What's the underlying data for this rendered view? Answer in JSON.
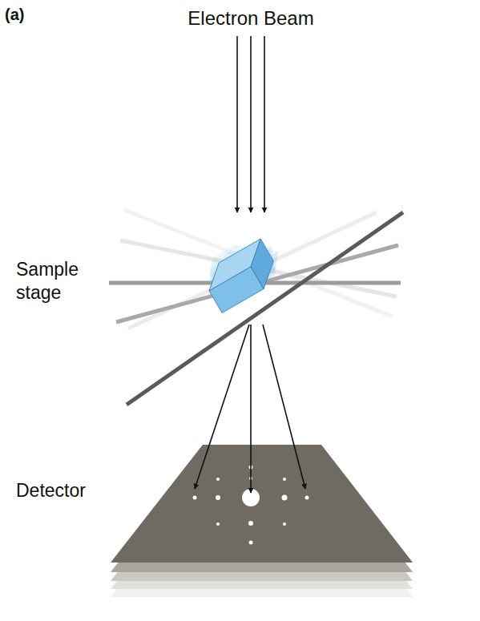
{
  "diagram": {
    "labels": [
      "(a)",
      "Electron Beam",
      "Sample stage",
      "Detector"
    ]
  }
}
